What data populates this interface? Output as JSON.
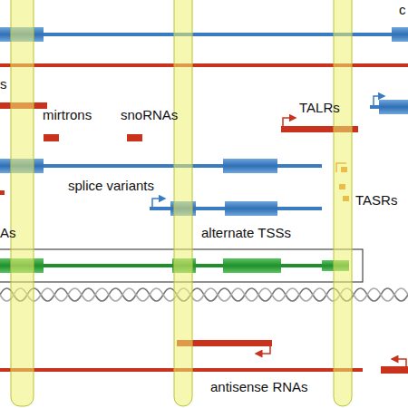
{
  "diagram": {
    "labels": [
      "c",
      "s",
      "mirtrons",
      "snoRNAs",
      "TALRs",
      "splice variants",
      "TASRs",
      "As",
      "alternate TSSs",
      "antisense RNAs"
    ]
  }
}
